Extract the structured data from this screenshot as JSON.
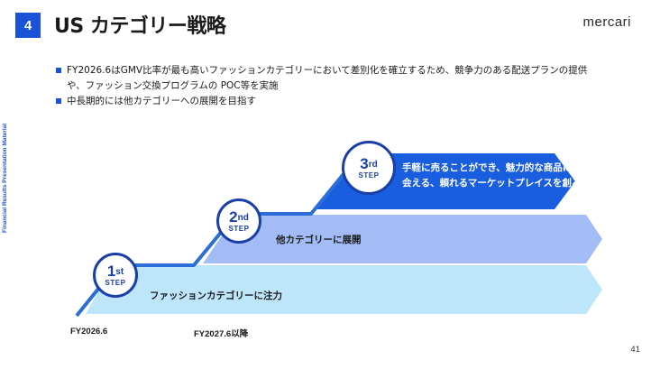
{
  "header": {
    "section_number": "4",
    "title": "US カテゴリー戦略",
    "logo": "mercari"
  },
  "side_label": "Financial Results Presentation Material",
  "bullets": [
    {
      "lines": [
        "FY2026.6はGMV比率が最も高いファッションカテゴリーにおいて差別化を確立するため、競争力のある配送プランの提供",
        "や、ファッション交換プログラムの  POC等を実施"
      ]
    },
    {
      "lines": [
        "中長期的には他カテゴリーへの展開を目指す"
      ]
    }
  ],
  "steps": [
    {
      "num": "1",
      "suffix": "st",
      "word": "STEP",
      "label": "ファッションカテゴリーに注力"
    },
    {
      "num": "2",
      "suffix": "nd",
      "word": "STEP",
      "label": "他カテゴリーに展開"
    },
    {
      "num": "3",
      "suffix": "rd",
      "word": "STEP",
      "label": "手軽に売ることができ、魅力的な商品に出会える、頼れるマーケットプレイスを創る"
    }
  ],
  "timeline": {
    "fy1": "FY2026.6",
    "fy2": "FY2027.6以降"
  },
  "page_number": "41",
  "colors": {
    "accent": "#1a52d9",
    "band1": "#bde6fb",
    "band2": "#a3bcf6",
    "band3": "#1a5ee0",
    "stair": "#2c6ed8"
  }
}
